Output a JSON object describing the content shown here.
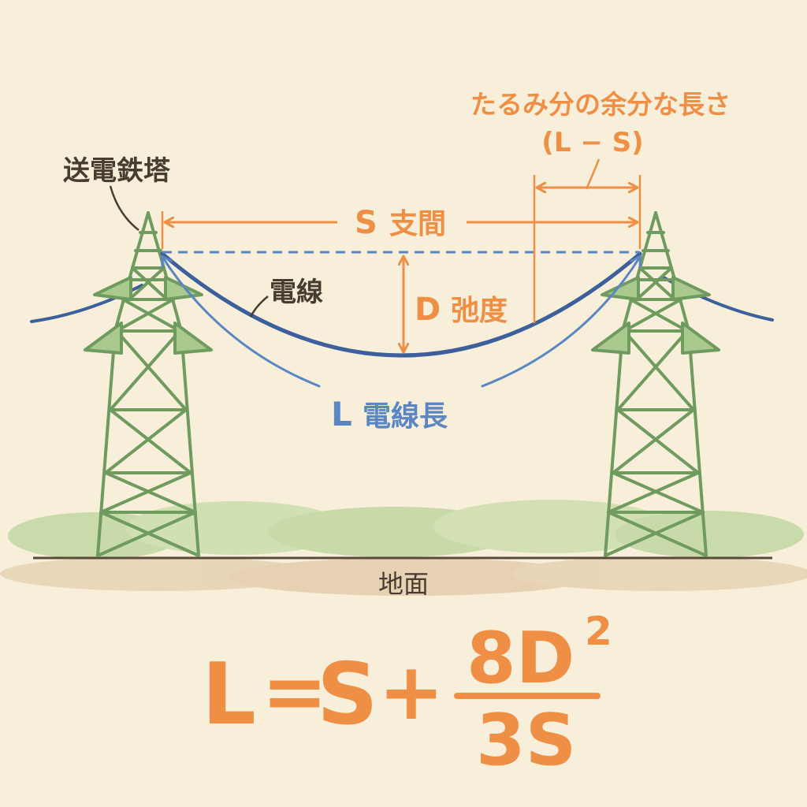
{
  "labels": {
    "tower": "送電鉄塔",
    "span_letter": "S",
    "span_text": "支間",
    "sag_letter": "D",
    "sag_text": "弛度",
    "wire": "電線",
    "length_letter": "L",
    "length_text": "電線長",
    "extra_line1": "たるみ分の余分な長さ",
    "extra_line2": "(L − S)",
    "ground": "地面"
  },
  "formula": {
    "lhs": "L",
    "equals": "=",
    "s": "S",
    "plus": "+",
    "numerator": "8D",
    "exponent": "2",
    "denominator": "3S"
  },
  "colors": {
    "background": "#f7efd9",
    "tower": "#6f9b5f",
    "tower_fill": "#a9c98e",
    "wire": "#3d5f9c",
    "wire_length": "#5b86c4",
    "dimension": "#ef8f45",
    "text_dark": "#4a3b30",
    "ground_line": "#5a4a3c"
  }
}
